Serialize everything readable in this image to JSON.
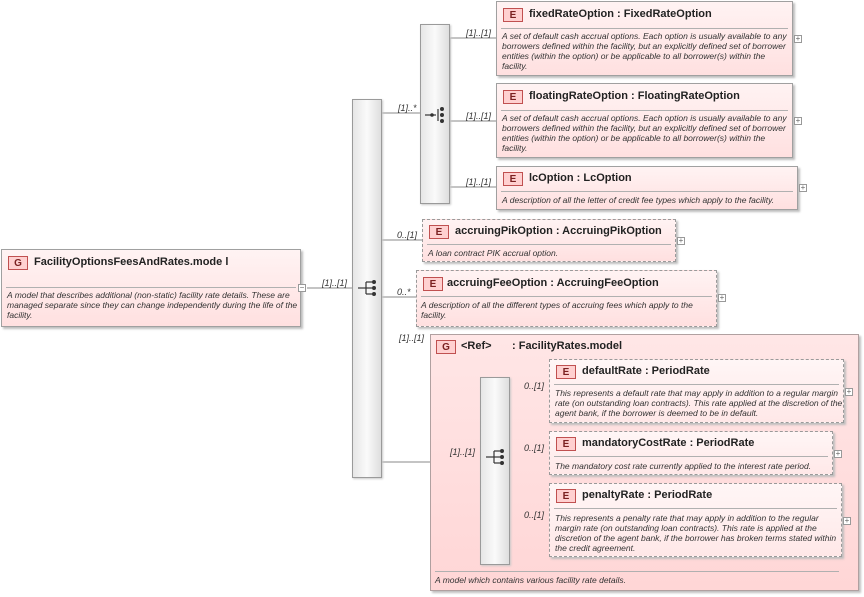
{
  "root": {
    "badge": "G",
    "title": "FacilityOptionsFeesAndRates.mode l",
    "description": "A model that describes additional (non-static) facility rate details.  These are managed separate since they can change independently during the life of the facility."
  },
  "root_collapse": "−",
  "cardinalities": {
    "root_to_seq": "[1]..[1]",
    "seq_to_choice": "[1]..*",
    "fixed": "[1]..[1]",
    "floating": "[1]..[1]",
    "lc": "[1]..[1]",
    "pik": "0..[1]",
    "fee": "0..*",
    "ref_group": "[1]..[1]",
    "ref_inner": "[1]..[1]",
    "default": "0..[1]",
    "mandatory": "0..[1]",
    "penalty": "0..[1]"
  },
  "elements": {
    "fixed": {
      "badge": "E",
      "title": "fixedRateOption : FixedRateOption",
      "description": "A set of default cash accrual options. Each option is usually available to any borrowers defined within the facility, but an explicitly defined set of borrower entities (within the option) or be applicable to all borrower(s) within the facility."
    },
    "floating": {
      "badge": "E",
      "title": "floatingRateOption : FloatingRateOption",
      "description": "A set of default cash accrual options. Each option is usually available to any borrowers defined within the facility, but an explicitly defined set of borrower entities (within the option) or be applicable to all borrower(s) within the facility."
    },
    "lc": {
      "badge": "E",
      "title": "lcOption : LcOption",
      "description": "A description of all the letter of credit fee types which apply to the facility."
    },
    "pik": {
      "badge": "E",
      "title": "accruingPikOption : AccruingPikOption",
      "description": "A loan contract PIK accrual option."
    },
    "fee": {
      "badge": "E",
      "title": "accruingFeeOption : AccruingFeeOption",
      "description": "A description of all the different types of accruing fees which apply to the facility."
    },
    "default": {
      "badge": "E",
      "title": "defaultRate : PeriodRate",
      "description": "This represents a default rate that may apply in addition to a regular margin rate (on outstanding loan contracts). This rate applied at the discretion of the agent bank, if the borrower is deemed to be in default."
    },
    "mandatory": {
      "badge": "E",
      "title": "mandatoryCostRate : PeriodRate",
      "description": "The mandatory cost rate currently applied to the interest rate period."
    },
    "penalty": {
      "badge": "E",
      "title": "penaltyRate : PeriodRate",
      "description": "This represents a penalty rate that may apply in addition to the regular margin rate (on outstanding loan contracts). This rate is applied at the discretion of the agent bank, if the borrower has broken terms stated within the credit agreement."
    }
  },
  "ref_group": {
    "badge": "G",
    "ref_label": "<Ref>",
    "title": ": FacilityRates.model",
    "description": "A model which contains various facility rate details."
  },
  "expand_symbol": "+"
}
